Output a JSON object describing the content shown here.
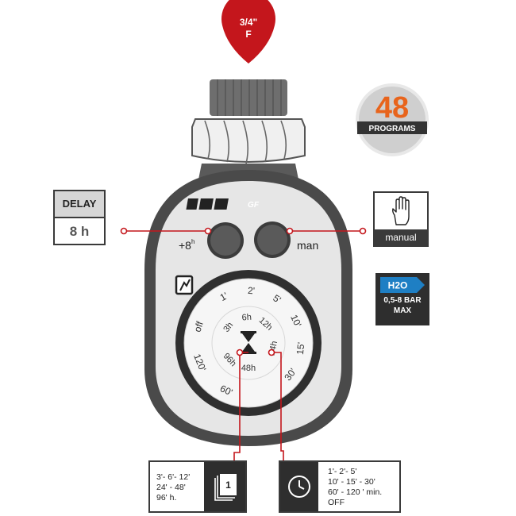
{
  "connector": {
    "line1": "3/4\"",
    "line2": "F"
  },
  "programs_badge": {
    "number": "48",
    "label": "PROGRAMS"
  },
  "delay": {
    "title": "DELAY",
    "value": "8 h"
  },
  "device": {
    "brand": "GF",
    "button_left_label": "+8",
    "button_left_sup": "h",
    "button_right_label": "man"
  },
  "dial": {
    "labels": [
      {
        "text": "1'"
      },
      {
        "text": "2'"
      },
      {
        "text": "5'"
      },
      {
        "text": "10'"
      },
      {
        "text": "15'"
      },
      {
        "text": "30'"
      },
      {
        "text": "60'"
      },
      {
        "text": "120'"
      },
      {
        "text": "off"
      }
    ],
    "inner_labels": [
      {
        "text": "3h"
      },
      {
        "text": "6h"
      },
      {
        "text": "12h"
      },
      {
        "text": "24h"
      },
      {
        "text": "48h"
      },
      {
        "text": "96h"
      }
    ]
  },
  "manual": {
    "label": "manual"
  },
  "pressure": {
    "badge": "H2O",
    "line1": "0,5-8 BAR",
    "line2": "MAX"
  },
  "frequency": {
    "lines": [
      "3'- 6'- 12'",
      "24' - 48'",
      "96' h."
    ],
    "icon_number": "1"
  },
  "duration": {
    "lines": [
      "1'- 2'- 5'",
      "10' - 15' - 30'",
      "60' - 120 ' min.",
      "OFF"
    ]
  },
  "colors": {
    "accent_red": "#c4161c",
    "body_dark": "#4a4a4a",
    "body_light": "#e6e6e6",
    "badge_orange": "#e8641c",
    "badge_blue": "#1e7fc4"
  }
}
